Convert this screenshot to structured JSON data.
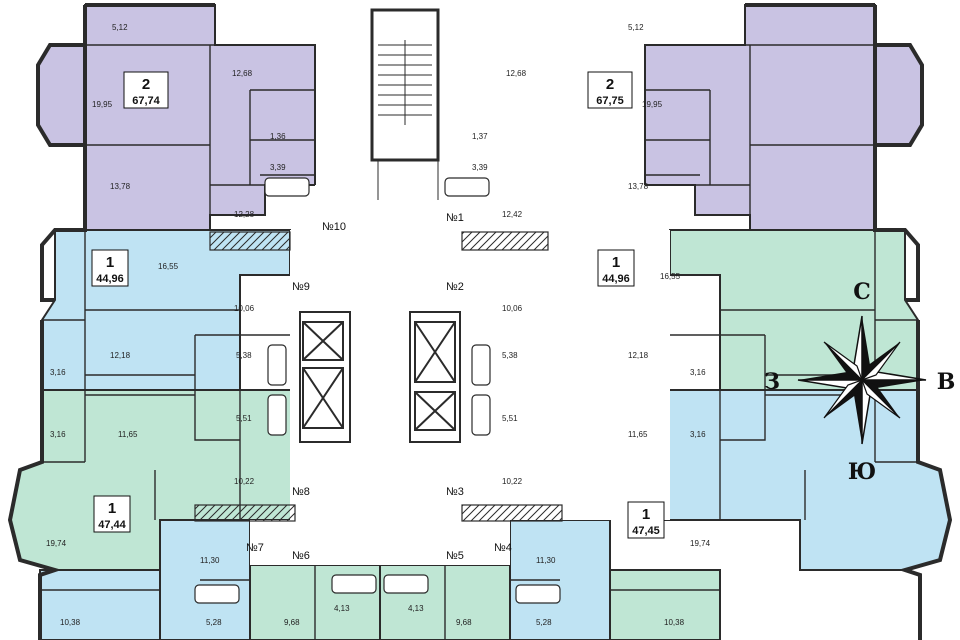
{
  "colors": {
    "two_room": "#c9c3e3",
    "one_room_blue": "#bfe3f3",
    "one_room_green": "#bfe6d4",
    "corridor": "#ffffff",
    "wall": "#2b2b2b"
  },
  "apartments": [
    {
      "id": "nw",
      "rooms": "2",
      "total": "67,74",
      "color": "two_room"
    },
    {
      "id": "ne",
      "rooms": "2",
      "total": "67,75",
      "color": "two_room"
    },
    {
      "id": "wn",
      "rooms": "1",
      "total": "44,96",
      "color": "one_room_blue"
    },
    {
      "id": "en",
      "rooms": "1",
      "total": "44,96",
      "color": "one_room_green"
    },
    {
      "id": "ws",
      "rooms": "1",
      "total": "47,44",
      "color": "one_room_green"
    },
    {
      "id": "es",
      "rooms": "1",
      "total": "47,45",
      "color": "one_room_blue"
    }
  ],
  "flat_numbers": [
    "№10",
    "№1",
    "№9",
    "№2",
    "№8",
    "№3",
    "№7",
    "№6",
    "№5",
    "№4"
  ],
  "room_areas": [
    "5,12",
    "12,68",
    "19,95",
    "1,36",
    "3,39",
    "13,78",
    "12,28",
    "5,12",
    "12,68",
    "19,95",
    "1,37",
    "3,39",
    "13,78",
    "12,42",
    "16,55",
    "10,06",
    "12,18",
    "5,38",
    "3,16",
    "5,51",
    "11,65",
    "3,16",
    "10,22",
    "16,55",
    "10,06",
    "12,18",
    "5,38",
    "3,16",
    "5,51",
    "11,65",
    "3,16",
    "10,22",
    "19,74",
    "11,30",
    "10,38",
    "5,28",
    "9,68",
    "4,13",
    "19,74",
    "11,30",
    "10,38",
    "5,28",
    "9,68",
    "4,13"
  ],
  "compass": {
    "north": "С",
    "south": "Ю",
    "west": "З",
    "east": "В"
  }
}
